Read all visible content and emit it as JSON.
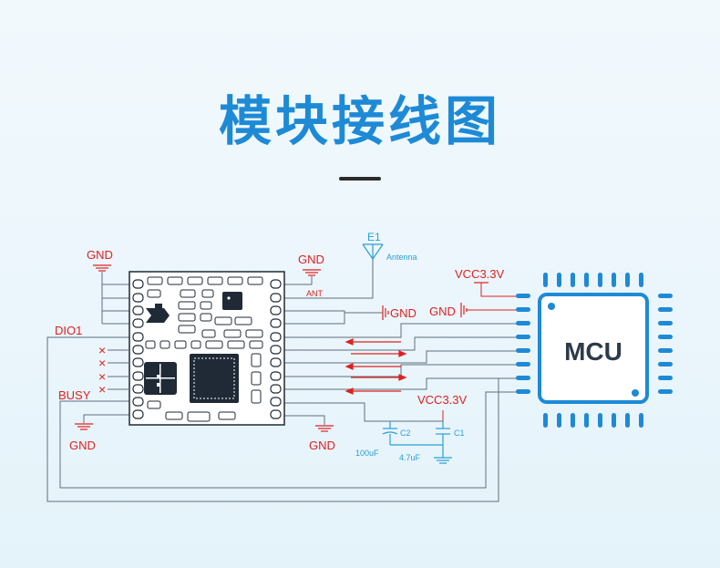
{
  "title": "模块接线图",
  "module": {
    "left_labels": {
      "gnd_top": "GND",
      "dio1": "DIO1",
      "busy": "BUSY",
      "gnd_bottom": "GND",
      "nc_mark": "×"
    },
    "right_labels": {
      "gnd_top": "GND",
      "ant": "ANT",
      "gnd_bottom": "GND"
    }
  },
  "antenna": {
    "ref": "E1",
    "name": "Antenna"
  },
  "mcu": {
    "label": "MCU",
    "vcc_label": "VCC3.3V",
    "gnd_label": "GND",
    "gnd_label_near_module": "GND"
  },
  "power": {
    "vcc_label": "VCC3.3V",
    "caps": [
      {
        "ref": "C2",
        "value": "100uF"
      },
      {
        "ref": "C1",
        "value": "4.7uF"
      }
    ]
  },
  "colors": {
    "title": "#1e8ad6",
    "wire": "#5f6f7e",
    "power": "#e02020",
    "mcu": "#1e8ad6",
    "cap": "#2a9fd6"
  }
}
